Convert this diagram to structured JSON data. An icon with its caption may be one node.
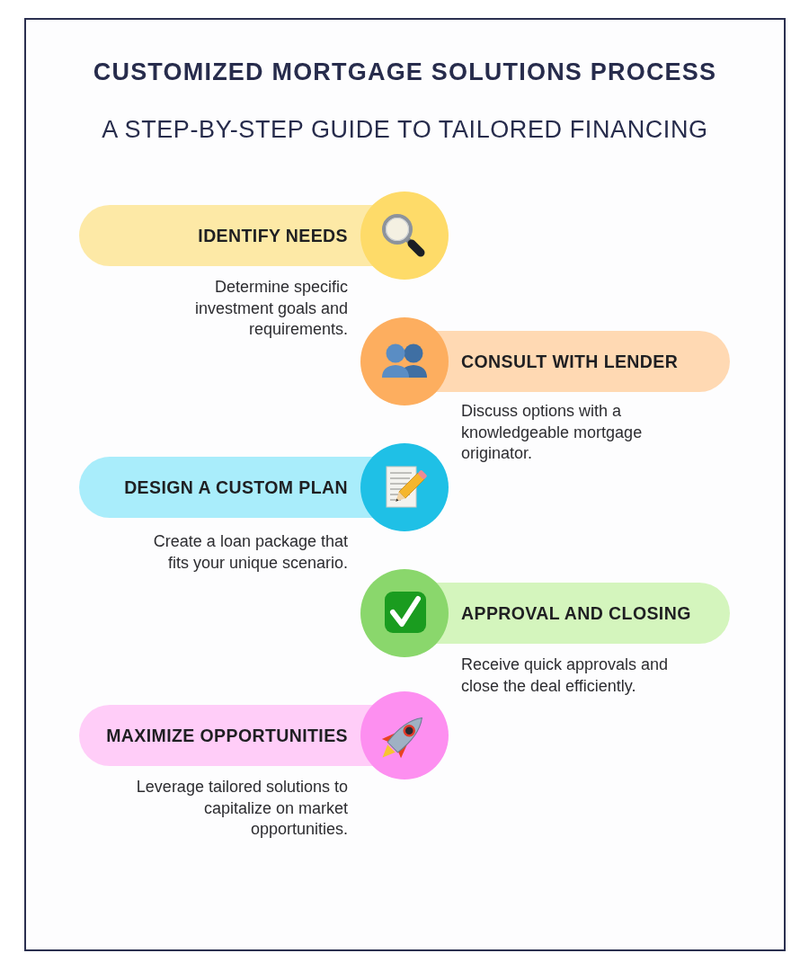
{
  "diagram": {
    "title": "CUSTOMIZED MORTGAGE SOLUTIONS PROCESS",
    "nodes": [
      {
        "text": [
          "IDENTIFY NEEDS"
        ],
        "beside": [
          "Determine specific investment goals and requirements."
        ]
      },
      {
        "text": [
          "CONSULT WITH LENDER"
        ],
        "beside": [
          "Discuss options with a knowledgeable mortgage originator."
        ]
      },
      {
        "text": [
          "DESIGN A CUSTOM PLAN"
        ],
        "beside": [
          "Create a loan package that fits your unique scenario."
        ]
      },
      {
        "text": [
          "APPROVAL AND CLOSING"
        ],
        "beside": [
          "Receive quick approvals and close the deal efficiently."
        ]
      },
      {
        "text": [
          "MAXIMIZE OPPORTUNITIES"
        ],
        "beside": [
          "Leverage tailored solutions to capitalize on market opportunities."
        ]
      }
    ],
    "labels": [
      "A STEP-BY-STEP GUIDE TO TAILORED FINANCING"
    ]
  }
}
